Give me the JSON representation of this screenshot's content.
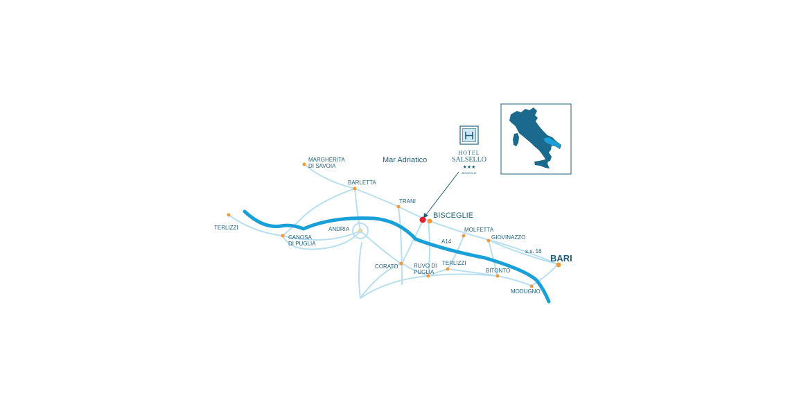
{
  "sea_label": "Mar Adriatico",
  "hotel": {
    "line1": "HOTEL",
    "line2": "SALSELLO",
    "stars": "★★★",
    "tagline": "BISCEGLIE"
  },
  "highlight": {
    "label": "BISCEGLIE"
  },
  "destination": {
    "label": "BARI"
  },
  "roads": {
    "motorway": "A14",
    "state_road": "s.s. 16"
  },
  "towns": {
    "margherita": [
      "MARGHERITA",
      "DI SAVOIA"
    ],
    "barletta": "BARLETTA",
    "trani": "TRANI",
    "terlizzi_west": "TERLIZZI",
    "andria": "ANDRIA",
    "canosa": [
      "CANOSA",
      "DI PUGLIA"
    ],
    "molfetta": "MOLFETTA",
    "giovinazzo": "GIOVINAZZO",
    "corato": "CORATO",
    "ruvo": [
      "RUVO DI",
      "PUGLIA"
    ],
    "terlizzi": "TERLIZZI",
    "bitonto": "BITONTO",
    "modugno": "MODUGNO"
  },
  "colors": {
    "motorway": "#1aa0d8",
    "road": "#b8dff1",
    "town_dot": "#f29a38",
    "hotel_dot": "#e3202b",
    "text": "#1f5f7e",
    "italy": "#1b6a8e"
  },
  "icons": {
    "hotel_logo": "hotel-h-logo-icon",
    "italy_map": "italy-map-icon",
    "pointer": "arrow-pointer-icon"
  }
}
